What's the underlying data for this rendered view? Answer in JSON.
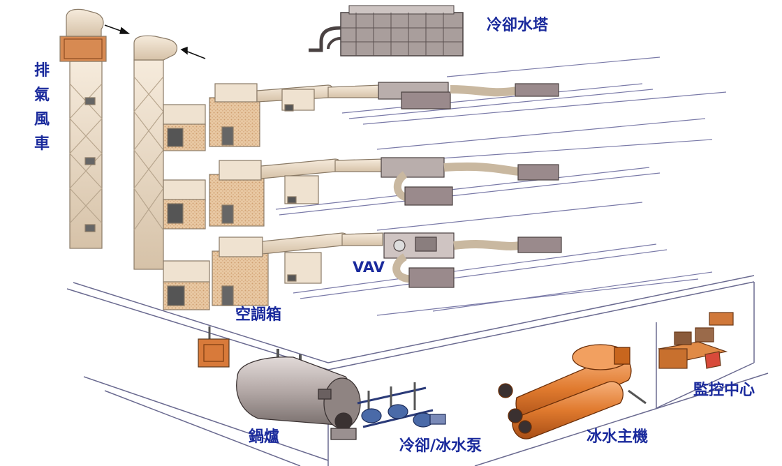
{
  "labels": {
    "cooling_tower": "冷卻水塔",
    "exhaust_fan": [
      "排",
      "氣",
      "風",
      "車"
    ],
    "vav": "VAV",
    "ahu": "空調箱",
    "boiler": "鍋爐",
    "pumps": "冷卻/冰水泵",
    "chiller": "冰水主機",
    "control_center": "監控中心"
  },
  "colors": {
    "label": "#1a2a9c",
    "duct": "#ecdcc8",
    "duct_edge": "#8a7a66",
    "vav_box": "#9a8a8c",
    "boiler": "#b9aeac",
    "chiller": "#e07a2e",
    "pump": "#4a6aa8",
    "floor_line": "#6a6a90"
  }
}
